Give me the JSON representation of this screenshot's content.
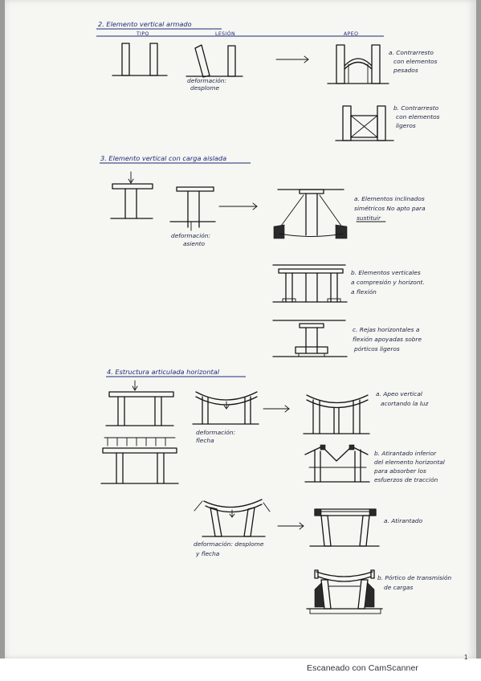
{
  "sections": [
    {
      "heading": "2. Elemento vertical armado",
      "columns": [
        "TIPO",
        "LESIÓN",
        "APEO"
      ],
      "lesion_caption": [
        "deformación:",
        "desplome"
      ],
      "options": [
        [
          "a. Contrarresto",
          "con elementos",
          "pesados"
        ],
        [
          "b. Contrarresto",
          "con elementos",
          "ligeros"
        ]
      ]
    },
    {
      "heading": "3. Elemento vertical con carga aislada",
      "lesion_caption": [
        "deformación:",
        "asiento"
      ],
      "options": [
        [
          "a. Elementos inclinados",
          "simétricos No apto para",
          "sustituir"
        ],
        [
          "b. Elementos verticales",
          "a compresión y horizont.",
          "a flexión"
        ],
        [
          "c. Rejas horizontales a",
          "flexión apoyadas sobre",
          "pórticos ligeros"
        ]
      ]
    },
    {
      "heading": "4. Estructura articulada horizontal",
      "lesion_caption": [
        "deformación:",
        "flecha"
      ],
      "lesion_caption_2": [
        "deformación: desplome",
        "y flecha"
      ],
      "options": [
        [
          "a. Apeo vertical",
          "acortando la luz"
        ],
        [
          "b. Atirantado inferior",
          "del elemento horizontal",
          "para absorber los",
          "esfuerzos de tracción"
        ],
        [
          "a. Atirantado"
        ],
        [
          "b. Pórtico de transmisión",
          "de cargas"
        ]
      ]
    }
  ],
  "footer": "Escaneado con CamScanner",
  "page_number": "1"
}
